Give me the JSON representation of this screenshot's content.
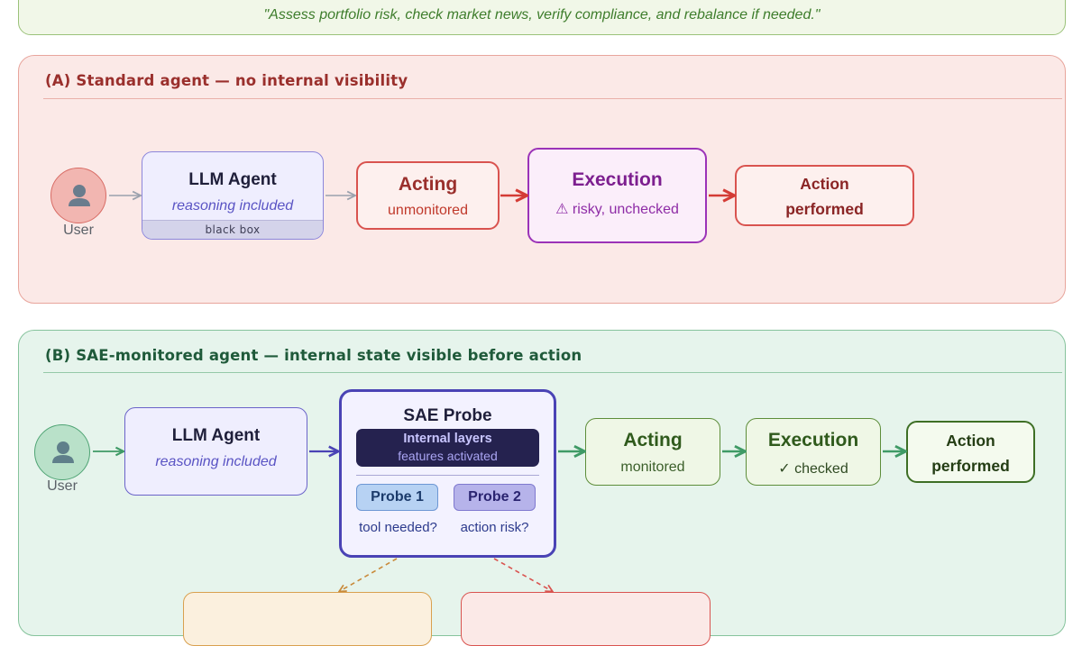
{
  "task": {
    "quote": "\"Assess portfolio risk, check market news, verify compliance, and rebalance if needed.\""
  },
  "panel_a": {
    "title": "(A) Standard agent — no internal visibility",
    "user_label": "User",
    "llm": {
      "title": "LLM Agent",
      "subtitle": "reasoning included",
      "strip": "black box"
    },
    "acting": {
      "title": "Acting",
      "subtitle": "unmonitored"
    },
    "execution": {
      "title": "Execution",
      "subtitle": "⚠ risky, unchecked"
    },
    "performed": {
      "line1": "Action",
      "line2": "performed"
    }
  },
  "panel_b": {
    "title": "(B) SAE-monitored agent — internal state visible before action",
    "user_label": "User",
    "llm": {
      "title": "LLM Agent",
      "subtitle": "reasoning included"
    },
    "sae": {
      "title": "SAE Probe",
      "layers_title": "Internal layers",
      "layers_sub": "features activated",
      "probe1": "Probe 1",
      "probe2": "Probe 2",
      "probe1_q": "tool needed?",
      "probe2_q": "action risk?"
    },
    "acting": {
      "title": "Acting",
      "subtitle": "monitored"
    },
    "execution": {
      "title": "Execution",
      "subtitle": "✓ checked"
    },
    "performed": {
      "line1": "Action",
      "line2": "performed"
    }
  },
  "colors": {
    "panel_a_accent": "#9a2f2c",
    "panel_b_accent": "#1f5a3a",
    "risk_red": "#d9534f",
    "exec_purple": "#9b33b8",
    "probe_indigo": "#4a43b5",
    "ok_green": "#5d8d3a"
  }
}
